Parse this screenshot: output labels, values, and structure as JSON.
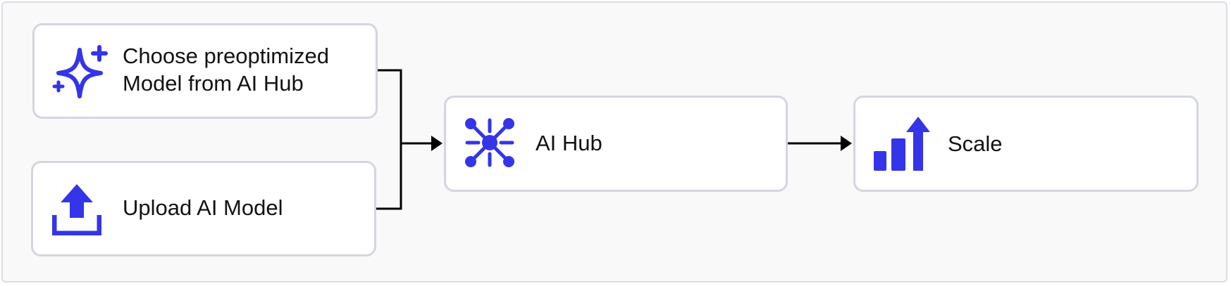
{
  "diagram": {
    "nodes": [
      {
        "id": "choose",
        "label": "Choose preoptimized\nModel from AI Hub",
        "icon": "sparkle-icon"
      },
      {
        "id": "upload",
        "label": "Upload AI Model",
        "icon": "upload-icon"
      },
      {
        "id": "hub",
        "label": "AI Hub",
        "icon": "network-hub-icon"
      },
      {
        "id": "scale",
        "label": "Scale",
        "icon": "scale-growth-icon"
      }
    ],
    "edges": [
      {
        "from": "choose",
        "to": "hub"
      },
      {
        "from": "upload",
        "to": "hub"
      },
      {
        "from": "hub",
        "to": "scale"
      }
    ]
  },
  "colors": {
    "accent": "#3434e8",
    "border": "#d3d6df",
    "background": "#f9f9fa",
    "connector": "#000000",
    "text": "#121212"
  }
}
